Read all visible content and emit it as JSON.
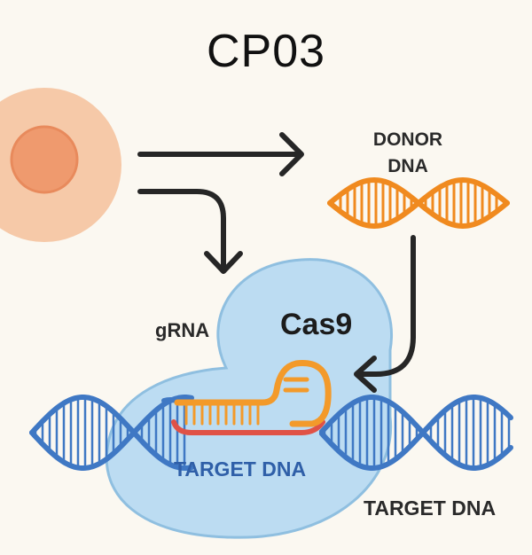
{
  "title": "CP03",
  "labels": {
    "donor_line1": "DONOR",
    "donor_line2": "DNA",
    "grna": "gRNA",
    "cas9": "Cas9",
    "target_dna_inside": "TARGET DNA",
    "target_dna_outside": "TARGET DNA"
  },
  "colors": {
    "background": "#fbf8f1",
    "cell_outer": "#f6c9a8",
    "cell_nucleus": "#ef9a6e",
    "arrow": "#262626",
    "donor_dna": "#f08a1f",
    "cas9_body": "#bcdcf2",
    "cas9_outline": "#8fbfe0",
    "target_dna": "#3f78c4",
    "grna": "#f39a2a",
    "target_strand_highlight": "#e05246"
  },
  "icons": [
    "cell-icon",
    "dna-helix-icon",
    "arrow-right-icon",
    "arrow-down-icon",
    "cas9-protein-icon"
  ]
}
